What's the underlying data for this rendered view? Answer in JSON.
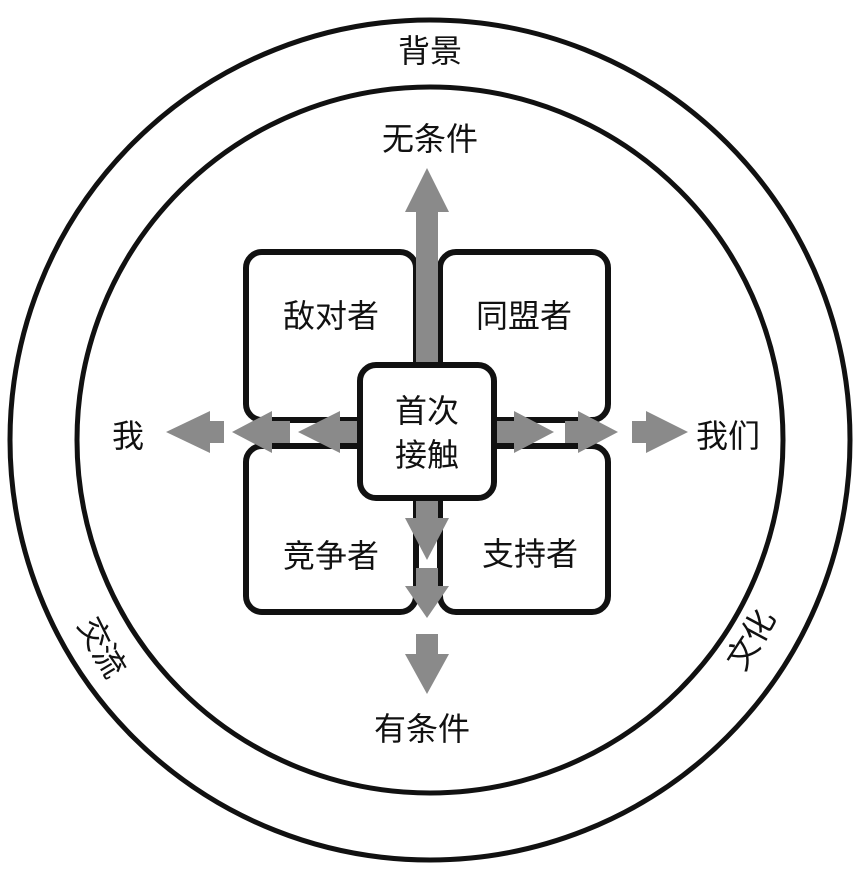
{
  "labels": {
    "outer_top": "背景",
    "outer_left": "交流",
    "outer_right": "文化",
    "axis_top": "无条件",
    "axis_bottom": "有条件",
    "axis_left": "我",
    "axis_right": "我们",
    "quad_top_left": "敌对者",
    "quad_top_right": "同盟者",
    "quad_bottom_left": "竞争者",
    "quad_bottom_right": "支持者",
    "center_line1": "首次",
    "center_line2": "接触"
  },
  "colors": {
    "line": "#111111",
    "arrow": "#8a8a8a",
    "background": "#ffffff"
  }
}
